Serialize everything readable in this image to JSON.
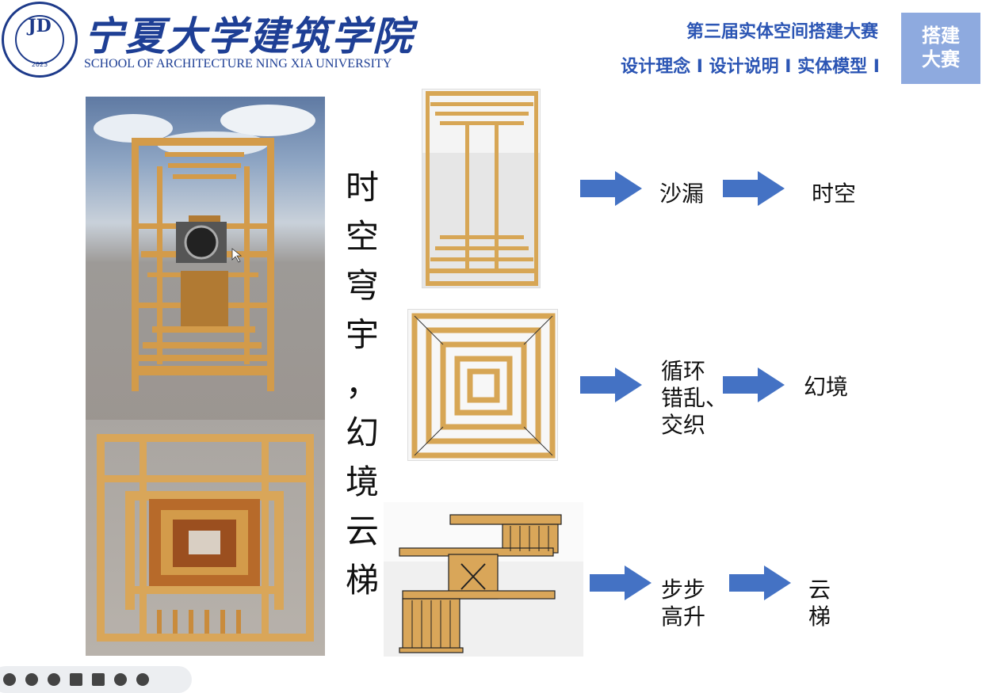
{
  "header": {
    "logo_year": "2023",
    "school_name_cn": "宁夏大学建筑学院",
    "school_name_en": "SCHOOL OF ARCHITECTURE NING XIA UNIVERSITY",
    "contest_title": "第三届实体空间搭建大赛",
    "nav_text": "设计理念 I 设计说明 I 实体模型 I",
    "badge_line1": "搭建",
    "badge_line2": "大赛"
  },
  "vertical_title": [
    "时",
    "空",
    "穹",
    "宇",
    "，",
    "幻",
    "境",
    "云",
    "梯"
  ],
  "rows": [
    {
      "step1": "沙漏",
      "result": "时空"
    },
    {
      "step1_lines": [
        "循环",
        "错乱、",
        "交织"
      ],
      "result": "幻境"
    },
    {
      "step1_lines": [
        "步步",
        "高升"
      ],
      "result_lines": [
        "云",
        "梯"
      ]
    }
  ],
  "colors": {
    "brand_blue": "#1e3f95",
    "header_blue": "#2b55b4",
    "badge_bg": "#8eaadf",
    "arrow_blue": "#4472c4",
    "wood": "#d7a655"
  },
  "icons": [
    "school-seal-logo",
    "arrow-right-icon",
    "mouse-cursor-icon",
    "toolbar-icons"
  ]
}
